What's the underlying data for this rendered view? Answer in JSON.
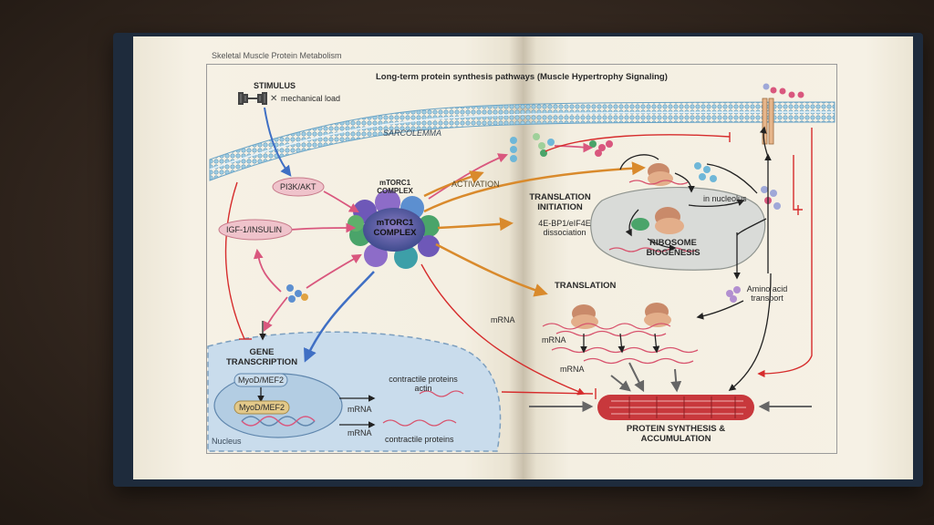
{
  "book": {
    "running_header": "Skeletal Muscle Protein Metabolism"
  },
  "diagram": {
    "title": "Long-term protein synthesis pathways (Muscle Hypertrophy Signaling)",
    "stimulus": {
      "heading": "STIMULUS",
      "sublabel": "mechanical load"
    },
    "sarcolemma": "SARCOLEMMA",
    "pi3k": "PI3K/AKT",
    "igf": "IGF-1/INSULIN",
    "mtorc1_label": "mTORC1 COMPLEX",
    "mtorc1_core": "mTORC1 COMPLEX",
    "activation": "ACTIVATION",
    "translation_initiation": "TRANSLATION INITIATION",
    "dissociation": "4E-BP1/eIF4E dissociation",
    "in_nucleolus": "in nucleolus",
    "ribosome_biogenesis": "RIBOSOME BIOGENESIS",
    "translation": "TRANSLATION",
    "amino_acid_transport": "Amino acid transport",
    "mrna_mid": "mRNA",
    "mrna_1": "mRNA",
    "mrna_2": "mRNA",
    "gene_transcription": "GENE TRANSCRIPTION",
    "myod_1": "MyoD/MEF2",
    "myod_2": "MyoD/MEF2",
    "contractile_actin": "contractile proteins actin",
    "contractile_2": "contractile proteins",
    "mrna_nuc_1": "mRNA",
    "mrna_nuc_2": "mRNA",
    "nucleus": "Nucleus",
    "protein_synthesis": "PROTEIN SYNTHESIS & ACCUMULATION"
  },
  "colors": {
    "membrane": "#8fc4df",
    "nucleus_fill": "#c9dcec",
    "nucleolus_fill": "#d9dbd8",
    "arrow_blue": "#3f6fc4",
    "arrow_pink": "#d9577e",
    "arrow_orange": "#d98a2c",
    "arrow_red": "#d62c2c",
    "muscle_fiber": "#c8383c"
  }
}
